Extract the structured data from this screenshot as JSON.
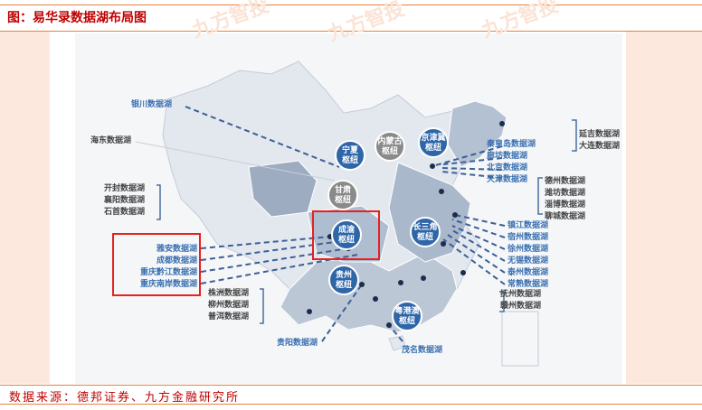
{
  "title": "图：易华录数据湖布局图",
  "watermark": "九方智投",
  "source": "数据来源：德邦证券、九方金融研究所",
  "hubs": [
    {
      "name": "宁夏枢纽",
      "l1": "宁夏",
      "l2": "枢纽",
      "color": "#2f66a8"
    },
    {
      "name": "内蒙古枢纽",
      "l1": "内蒙古",
      "l2": "枢纽",
      "color": "#8a8a8a"
    },
    {
      "name": "京津冀枢纽",
      "l1": "京津冀",
      "l2": "枢纽",
      "color": "#2f66a8"
    },
    {
      "name": "甘肃枢纽",
      "l1": "甘肃",
      "l2": "枢纽",
      "color": "#8a8a8a"
    },
    {
      "name": "成渝枢纽",
      "l1": "成渝",
      "l2": "枢纽",
      "color": "#2f66a8"
    },
    {
      "name": "长三角枢纽",
      "l1": "长三角",
      "l2": "枢纽",
      "color": "#2f66a8"
    },
    {
      "name": "贵州枢纽",
      "l1": "贵州",
      "l2": "枢纽",
      "color": "#2f66a8"
    },
    {
      "name": "粤港澳枢纽",
      "l1": "粤港澳",
      "l2": "枢纽",
      "color": "#2f66a8"
    }
  ],
  "labels": {
    "yinchuan": "银川数据湖",
    "haidong": "海东数据湖",
    "left_group": [
      "开封数据湖",
      "襄阳数据湖",
      "石首数据湖"
    ],
    "highlight_group": [
      "雅安数据湖",
      "成都数据湖",
      "重庆黔江数据湖",
      "重庆南岸数据湖"
    ],
    "south_group": [
      "株洲数据湖",
      "柳州数据湖",
      "普洱数据湖"
    ],
    "guiyang": "贵阳数据湖",
    "maoming": "茂名数据湖",
    "ne_group": [
      "延吉数据湖",
      "大连数据湖"
    ],
    "north_blue": [
      "秦皇岛数据湖",
      "廊坊数据湖",
      "北京数据湖",
      "天津数据湖"
    ],
    "shandong_group": [
      "德州数据湖",
      "潍坊数据湖",
      "淄博数据湖",
      "聊城数据湖"
    ],
    "east_blue": [
      "镇江数据湖",
      "宿州数据湖",
      "徐州数据湖",
      "无锡数据湖",
      "泰州数据湖",
      "常熟数据湖"
    ],
    "se_group": [
      "抚州数据湖",
      "赣州数据湖"
    ]
  },
  "colors": {
    "title": "#c00000",
    "accent": "#e8813a",
    "blue_label": "#3a70b0",
    "highlight": "#e82020"
  }
}
